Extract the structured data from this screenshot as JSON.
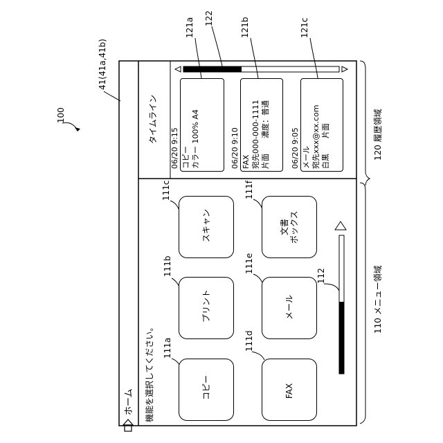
{
  "figure": {
    "device_ref": "100",
    "screen_ref": "41(41a,41b)",
    "menu_area_ref": "110 メニュー領域",
    "history_area_ref": "120 履歴領域",
    "timeline_bar_ref": "122",
    "scrollbar_ref": "112"
  },
  "screen": {
    "title": "ホーム",
    "instruction": "機能を選択してください。"
  },
  "menu": {
    "buttons": [
      {
        "ref": "111a",
        "label": "コピー"
      },
      {
        "ref": "111b",
        "label": "プリント"
      },
      {
        "ref": "111c",
        "label": "スキャン"
      },
      {
        "ref": "111d",
        "label": "FAX"
      },
      {
        "ref": "111e",
        "label": "メール"
      },
      {
        "ref": "111f",
        "label_line1": "文書",
        "label_line2": "ボックス"
      }
    ]
  },
  "history": {
    "title": "タイムライン",
    "entries": [
      {
        "ref": "121a",
        "time": "06/20 9:15",
        "type": "コピー",
        "detail1": "カラー 100% A4",
        "detail2": ""
      },
      {
        "ref": "121b",
        "time": "06/20 9:10",
        "type": "FAX",
        "detail1": "宛先000-000-1111",
        "detail2": "片面　　濃度：普通"
      },
      {
        "ref": "121c",
        "time": "06/20 9:05",
        "type": "メール",
        "detail1": "宛先xxx@xx.com",
        "detail2": "白黒　　片面"
      }
    ],
    "scroll_position": 0.3
  }
}
